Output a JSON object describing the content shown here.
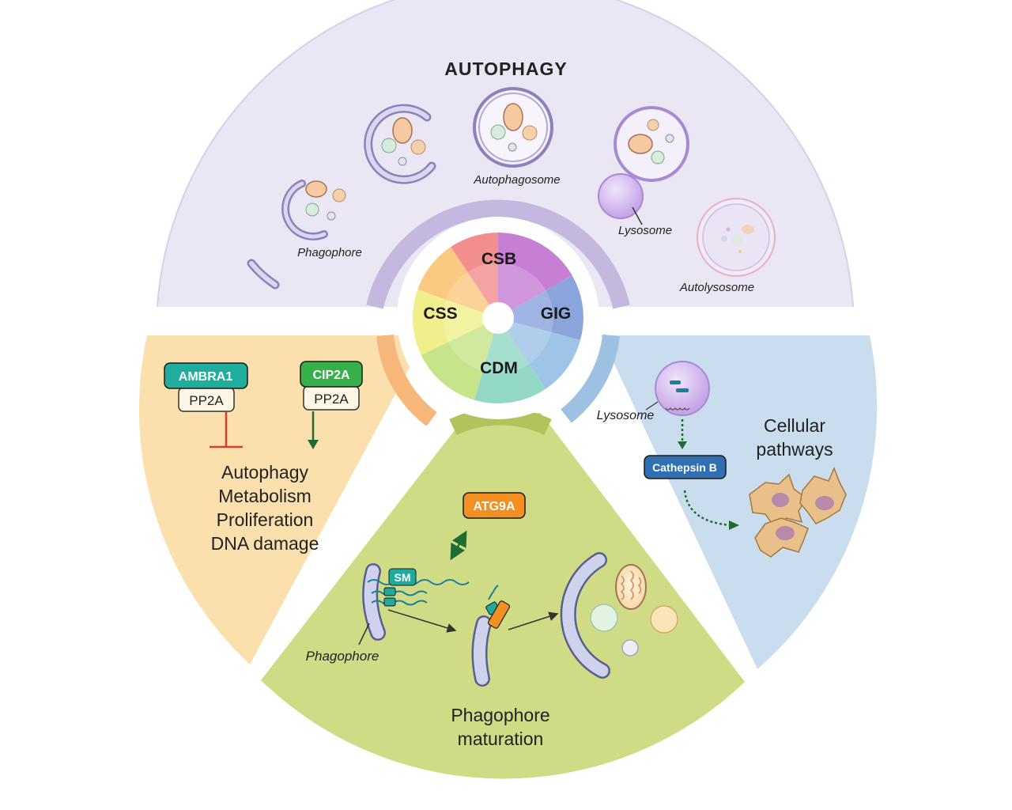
{
  "top_section": {
    "title": "AUTOPHAGY",
    "labels": {
      "phagophore": "Phagophore",
      "autophagosome": "Autophagosome",
      "lysosome": "Lysosome",
      "autolysosome": "Autolysosome"
    }
  },
  "core": {
    "csb": "CSB",
    "css": "CSS",
    "gig": "GIG",
    "cdm": "CDM"
  },
  "left_section": {
    "ambra1": "AMBRA1",
    "cip2a": "CIP2A",
    "pp2a_left": "PP2A",
    "pp2a_right": "PP2A",
    "processes": [
      "Autophagy",
      "Metabolism",
      "Proliferation",
      "DNA damage"
    ]
  },
  "right_section": {
    "lysosome": "Lysosome",
    "cathepsin": "Cathepsin B",
    "title_lines": [
      "Cellular",
      "pathways"
    ]
  },
  "bottom_section": {
    "atg9a": "ATG9A",
    "sm": "SM",
    "phagophore": "Phagophore",
    "title_lines": [
      "Phagophore",
      "maturation"
    ]
  },
  "colors": {
    "top_bg": "#ebe6f4",
    "left_bg": "#fbdfad",
    "right_bg": "#c9ddef",
    "bottom_bg": "#cfdc85",
    "ambra1": "#1fae9e",
    "cip2a": "#35b04a",
    "atg9a": "#f29122",
    "cathepsin": "#2f6fb2"
  }
}
